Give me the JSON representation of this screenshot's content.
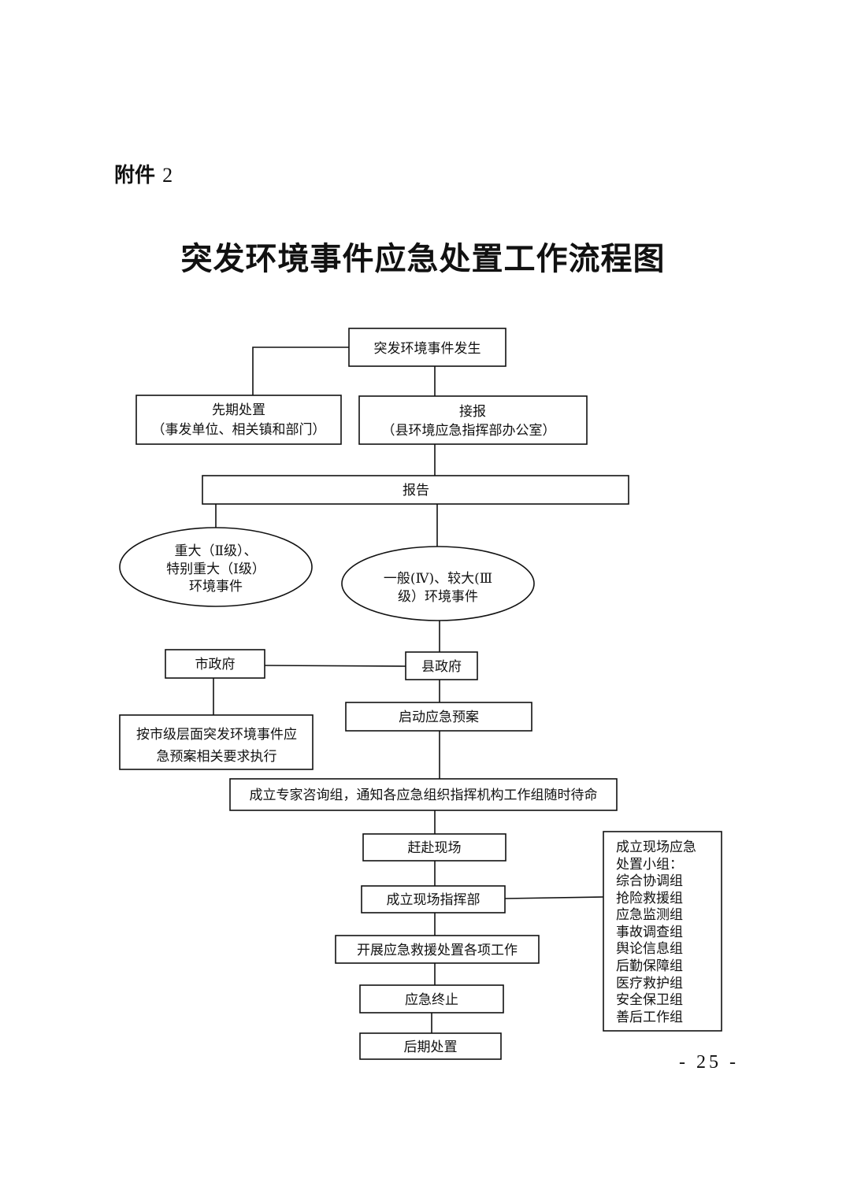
{
  "attachment": {
    "label": "附件",
    "number": "2"
  },
  "title": "突发环境事件应急处置工作流程图",
  "page_number": "- 25 -",
  "flow": {
    "occurrence": "突发环境事件发生",
    "initial_disposal": {
      "line1": "先期处置",
      "line2": "（事发单位、相关镇和部门）"
    },
    "receive_report": {
      "line1": "接报",
      "line2": "（县环境应急指挥部办公室）"
    },
    "report": "报告",
    "major_events": {
      "line1": "重大（Ⅱ级）、",
      "line2": "特别重大（Ⅰ级）",
      "line3": "环境事件"
    },
    "general_events": {
      "line1": "一般(Ⅳ)、较大(Ⅲ",
      "line2": "级）环境事件"
    },
    "city_gov": "市政府",
    "county_gov": "县政府",
    "city_plan": {
      "line1": "按市级层面突发环境事件应",
      "line2": "急预案相关要求执行"
    },
    "start_plan": "启动应急预案",
    "expert_group": "成立专家咨询组，通知各应急组织指挥机构工作组随时待命",
    "rush_scene": "赶赴现场",
    "scene_hq": "成立现场指挥部",
    "carry_out": "开展应急救援处置各项工作",
    "terminate": "应急终止",
    "aftermath": "后期处置",
    "groups": {
      "header1": "成立现场应急",
      "header2": "处置小组：",
      "items": [
        "综合协调组",
        "抢险救援组",
        "应急监测组",
        "事故调查组",
        "舆论信息组",
        "后勤保障组",
        "医疗救护组",
        "安全保卫组",
        "善后工作组"
      ]
    }
  }
}
